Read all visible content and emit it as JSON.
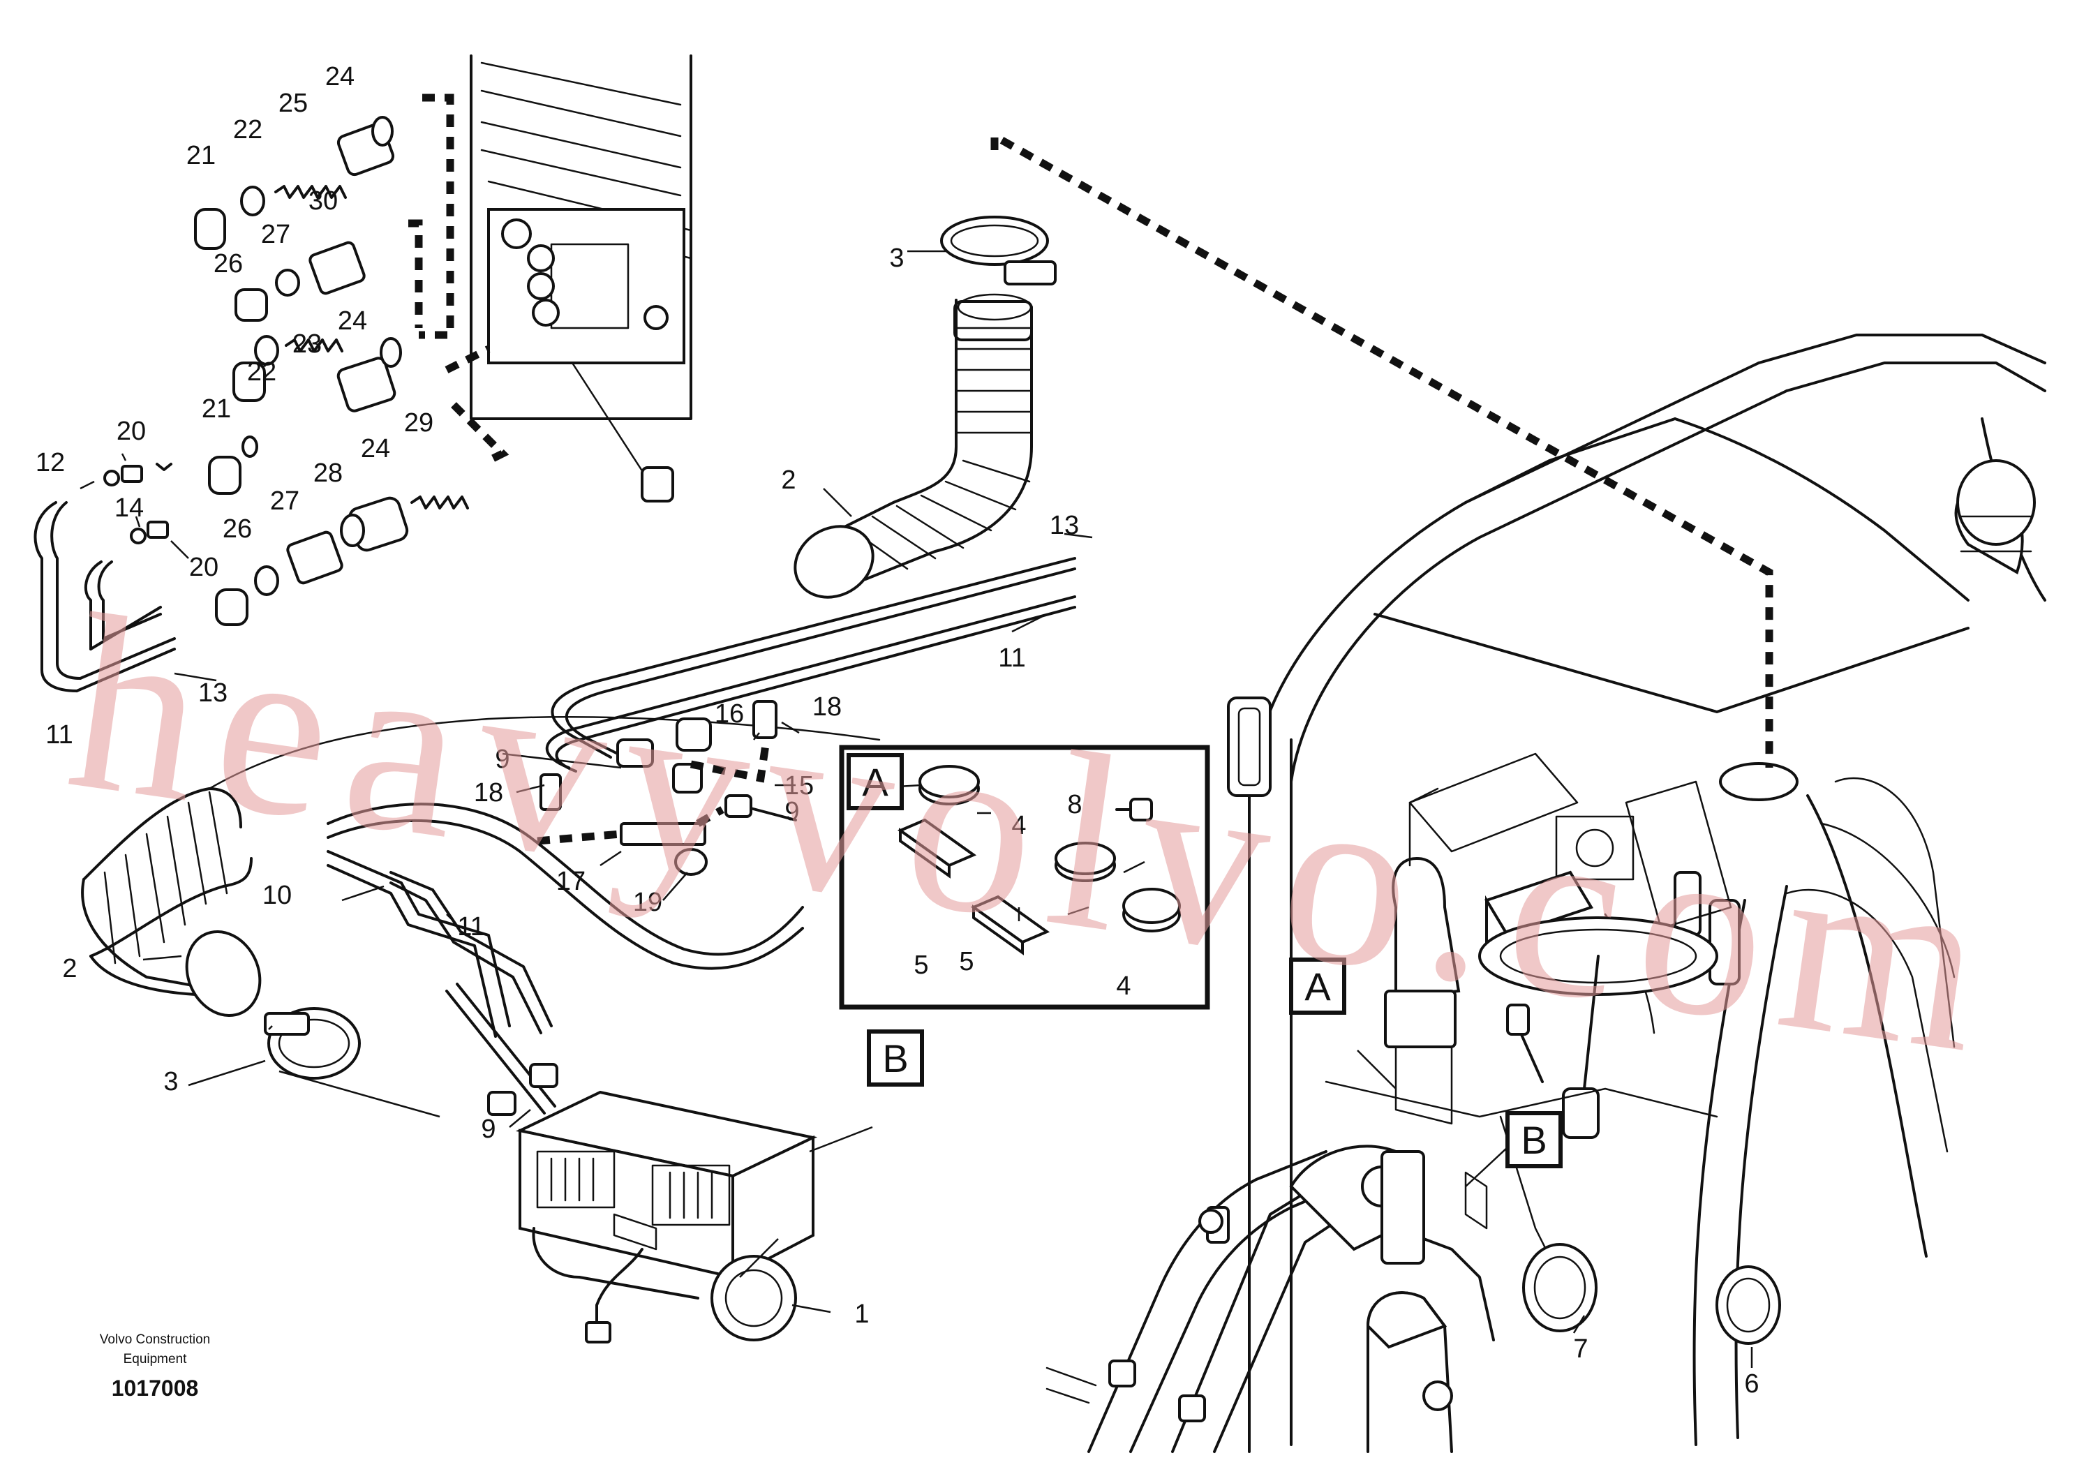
{
  "diagram": {
    "callouts": [
      "1",
      "2",
      "2",
      "3",
      "3",
      "4",
      "4",
      "5",
      "5",
      "6",
      "7",
      "8",
      "9",
      "9",
      "9",
      "10",
      "11",
      "11",
      "11",
      "12",
      "13",
      "13",
      "14",
      "15",
      "16",
      "17",
      "18",
      "18",
      "19",
      "20",
      "20",
      "21",
      "21",
      "22",
      "22",
      "23",
      "24",
      "24",
      "24",
      "25",
      "26",
      "26",
      "27",
      "27",
      "28",
      "29",
      "30"
    ],
    "detail_labels": [
      "A",
      "B",
      "A",
      "B"
    ],
    "credit_line1": "Volvo Construction",
    "credit_line2": "Equipment",
    "drawing_number": "1017008",
    "watermark": "heavyvolvo.com",
    "colors": {
      "line": "#111111",
      "watermark": "#e49a9a",
      "background": "#ffffff"
    }
  }
}
